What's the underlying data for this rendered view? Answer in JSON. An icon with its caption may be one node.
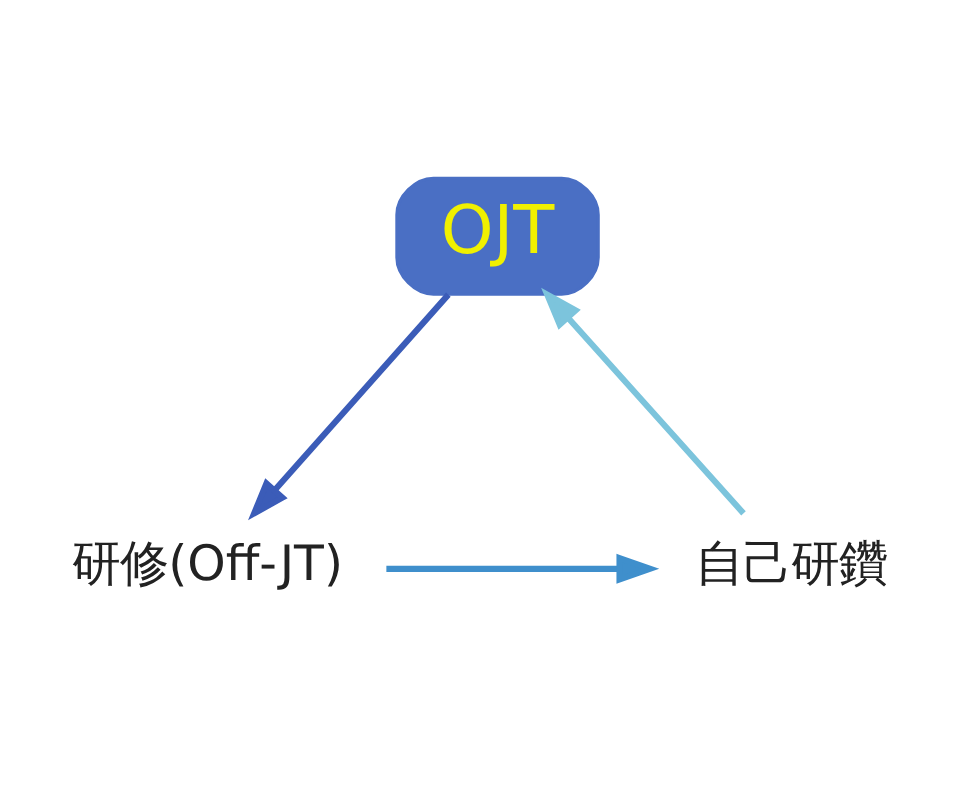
{
  "diagram": {
    "nodes": [
      {
        "text": [
          "OJT"
        ]
      },
      {
        "text": [
          "研修(Off-JT)"
        ]
      },
      {
        "text": [
          "自己研鑽"
        ]
      }
    ],
    "edges": [
      {
        "from": 0,
        "to": 1,
        "arrow": "to",
        "color": "#3b5cb8"
      },
      {
        "from": 1,
        "to": 2,
        "arrow": "to",
        "color": "#3f8fcc"
      },
      {
        "from": 2,
        "to": 0,
        "arrow": "to",
        "color": "#7cc4dc"
      }
    ]
  }
}
